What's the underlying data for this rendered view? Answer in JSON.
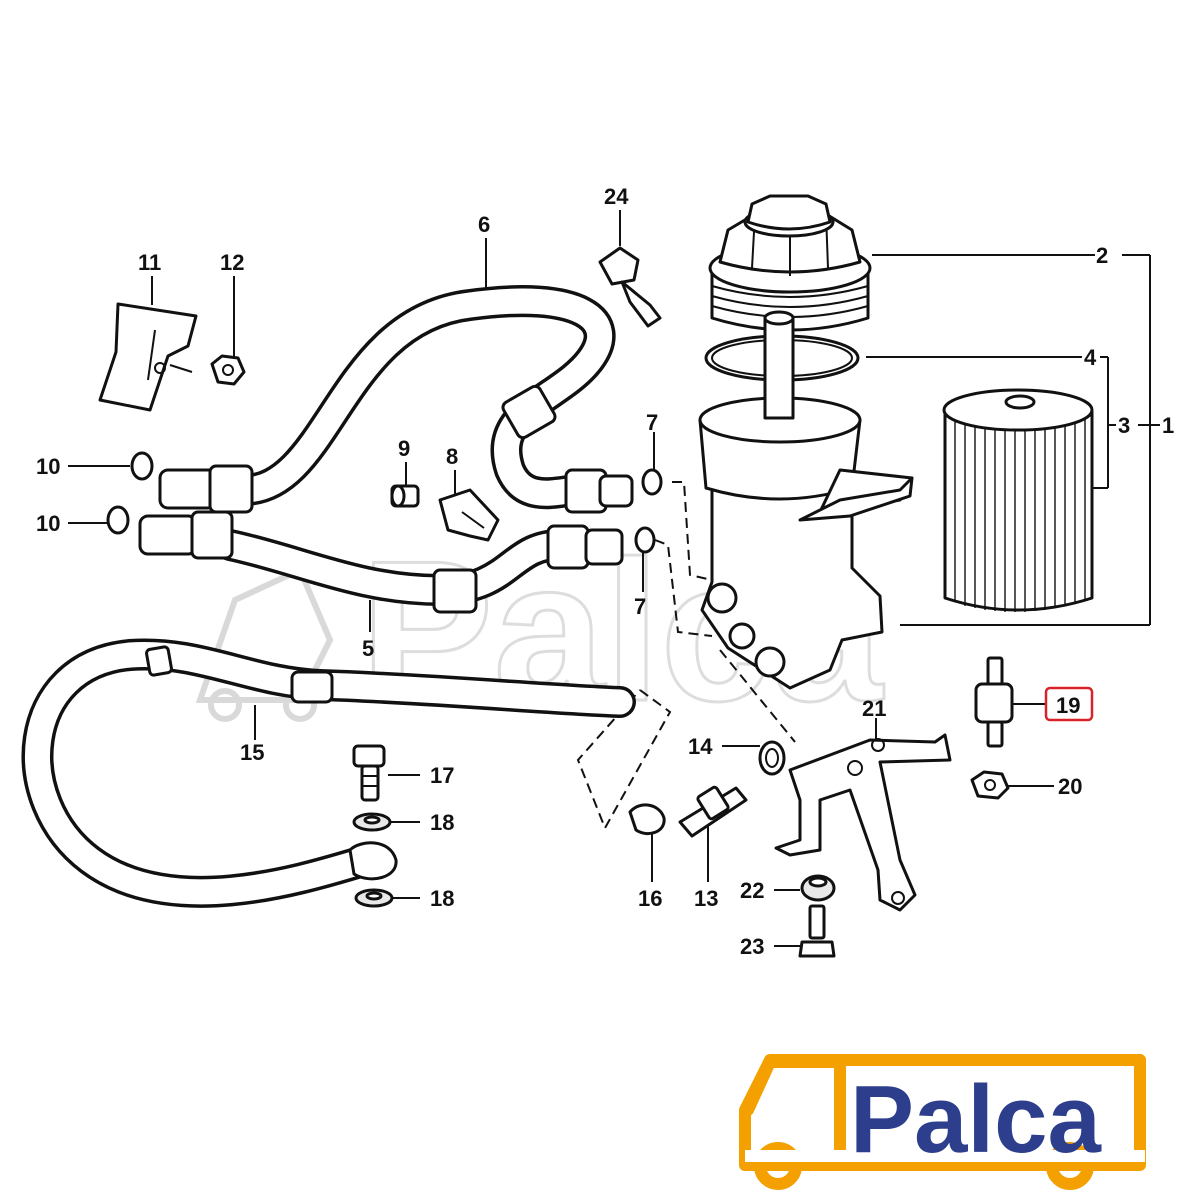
{
  "brand": {
    "name": "Palca",
    "text_color": "#2c3e8c",
    "accent_color": "#f4a000"
  },
  "highlight_color": "#d8232a",
  "highlighted_part": "19",
  "callouts": [
    {
      "id": "1",
      "label": "1"
    },
    {
      "id": "2",
      "label": "2"
    },
    {
      "id": "3",
      "label": "3"
    },
    {
      "id": "4",
      "label": "4"
    },
    {
      "id": "5",
      "label": "5"
    },
    {
      "id": "6",
      "label": "6"
    },
    {
      "id": "7a",
      "label": "7"
    },
    {
      "id": "7b",
      "label": "7"
    },
    {
      "id": "8",
      "label": "8"
    },
    {
      "id": "9",
      "label": "9"
    },
    {
      "id": "10a",
      "label": "10"
    },
    {
      "id": "10b",
      "label": "10"
    },
    {
      "id": "11",
      "label": "11"
    },
    {
      "id": "12",
      "label": "12"
    },
    {
      "id": "13",
      "label": "13"
    },
    {
      "id": "14",
      "label": "14"
    },
    {
      "id": "15",
      "label": "15"
    },
    {
      "id": "16",
      "label": "16"
    },
    {
      "id": "17",
      "label": "17"
    },
    {
      "id": "18a",
      "label": "18"
    },
    {
      "id": "18b",
      "label": "18"
    },
    {
      "id": "19",
      "label": "19"
    },
    {
      "id": "20",
      "label": "20"
    },
    {
      "id": "21",
      "label": "21"
    },
    {
      "id": "22",
      "label": "22"
    },
    {
      "id": "23",
      "label": "23"
    },
    {
      "id": "24",
      "label": "24"
    }
  ]
}
